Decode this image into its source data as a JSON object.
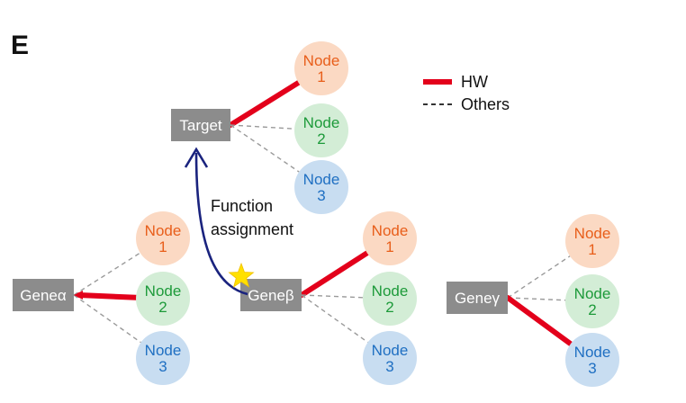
{
  "panel_label": "E",
  "legend": [
    {
      "label": "HW",
      "style": "thick-solid",
      "color": "#e3001b"
    },
    {
      "label": "Others",
      "style": "dashed",
      "color": "#555555"
    }
  ],
  "annotation": {
    "line1": "Function",
    "line2": "assignment",
    "arrow_color": "#1a237e",
    "star_color": "#ffe000"
  },
  "colors": {
    "gene_box": "#8c8c8c",
    "hw_edge": "#e3001b",
    "other_edge": "#9a9a9a",
    "node1_fill": "#fbd9c3",
    "node1_text": "#e85e1a",
    "node2_fill": "#d3edd6",
    "node2_text": "#1d9a3a",
    "node3_fill": "#c8ddf1",
    "node3_text": "#1f6fc2"
  },
  "gene_groups": [
    {
      "id": "target",
      "label": "Target",
      "hw_node": 1,
      "nodes": [
        {
          "line1": "Node",
          "line2": "1"
        },
        {
          "line1": "Node",
          "line2": "2"
        },
        {
          "line1": "Node",
          "line2": "3"
        }
      ]
    },
    {
      "id": "genealpha",
      "label": "Geneα",
      "hw_node": 2,
      "nodes": [
        {
          "line1": "Node",
          "line2": "1"
        },
        {
          "line1": "Node",
          "line2": "2"
        },
        {
          "line1": "Node",
          "line2": "3"
        }
      ]
    },
    {
      "id": "genebeta",
      "label": "Geneβ",
      "hw_node": 1,
      "nodes": [
        {
          "line1": "Node",
          "line2": "1"
        },
        {
          "line1": "Node",
          "line2": "2"
        },
        {
          "line1": "Node",
          "line2": "3"
        }
      ]
    },
    {
      "id": "genegamma",
      "label": "Geneγ",
      "hw_node": 3,
      "nodes": [
        {
          "line1": "Node",
          "line2": "1"
        },
        {
          "line1": "Node",
          "line2": "2"
        },
        {
          "line1": "Node",
          "line2": "3"
        }
      ]
    }
  ]
}
